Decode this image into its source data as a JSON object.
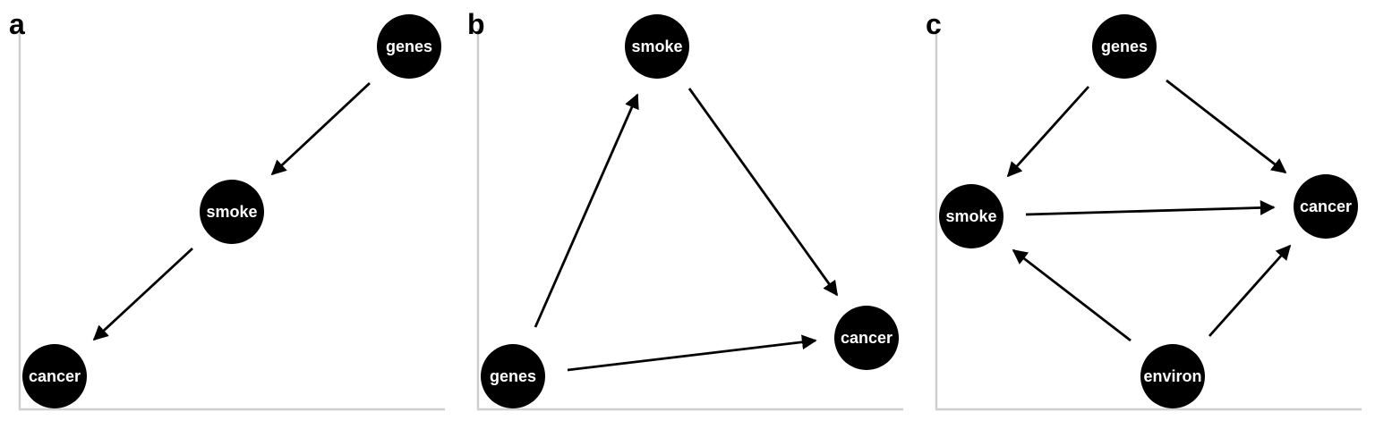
{
  "figure": {
    "panels": [
      {
        "id": "a",
        "label": "a",
        "nodes": [
          {
            "id": "genes",
            "label": "genes"
          },
          {
            "id": "smoke",
            "label": "smoke"
          },
          {
            "id": "cancer",
            "label": "cancer"
          }
        ],
        "edges": [
          {
            "from": "genes",
            "to": "smoke"
          },
          {
            "from": "smoke",
            "to": "cancer"
          }
        ]
      },
      {
        "id": "b",
        "label": "b",
        "nodes": [
          {
            "id": "smoke",
            "label": "smoke"
          },
          {
            "id": "genes",
            "label": "genes"
          },
          {
            "id": "cancer",
            "label": "cancer"
          }
        ],
        "edges": [
          {
            "from": "genes",
            "to": "smoke"
          },
          {
            "from": "smoke",
            "to": "cancer"
          },
          {
            "from": "genes",
            "to": "cancer"
          }
        ]
      },
      {
        "id": "c",
        "label": "c",
        "nodes": [
          {
            "id": "genes",
            "label": "genes"
          },
          {
            "id": "smoke",
            "label": "smoke"
          },
          {
            "id": "cancer",
            "label": "cancer"
          },
          {
            "id": "environ",
            "label": "environ"
          }
        ],
        "edges": [
          {
            "from": "genes",
            "to": "smoke"
          },
          {
            "from": "genes",
            "to": "cancer"
          },
          {
            "from": "smoke",
            "to": "cancer"
          },
          {
            "from": "environ",
            "to": "smoke"
          },
          {
            "from": "environ",
            "to": "cancer"
          }
        ]
      }
    ]
  }
}
